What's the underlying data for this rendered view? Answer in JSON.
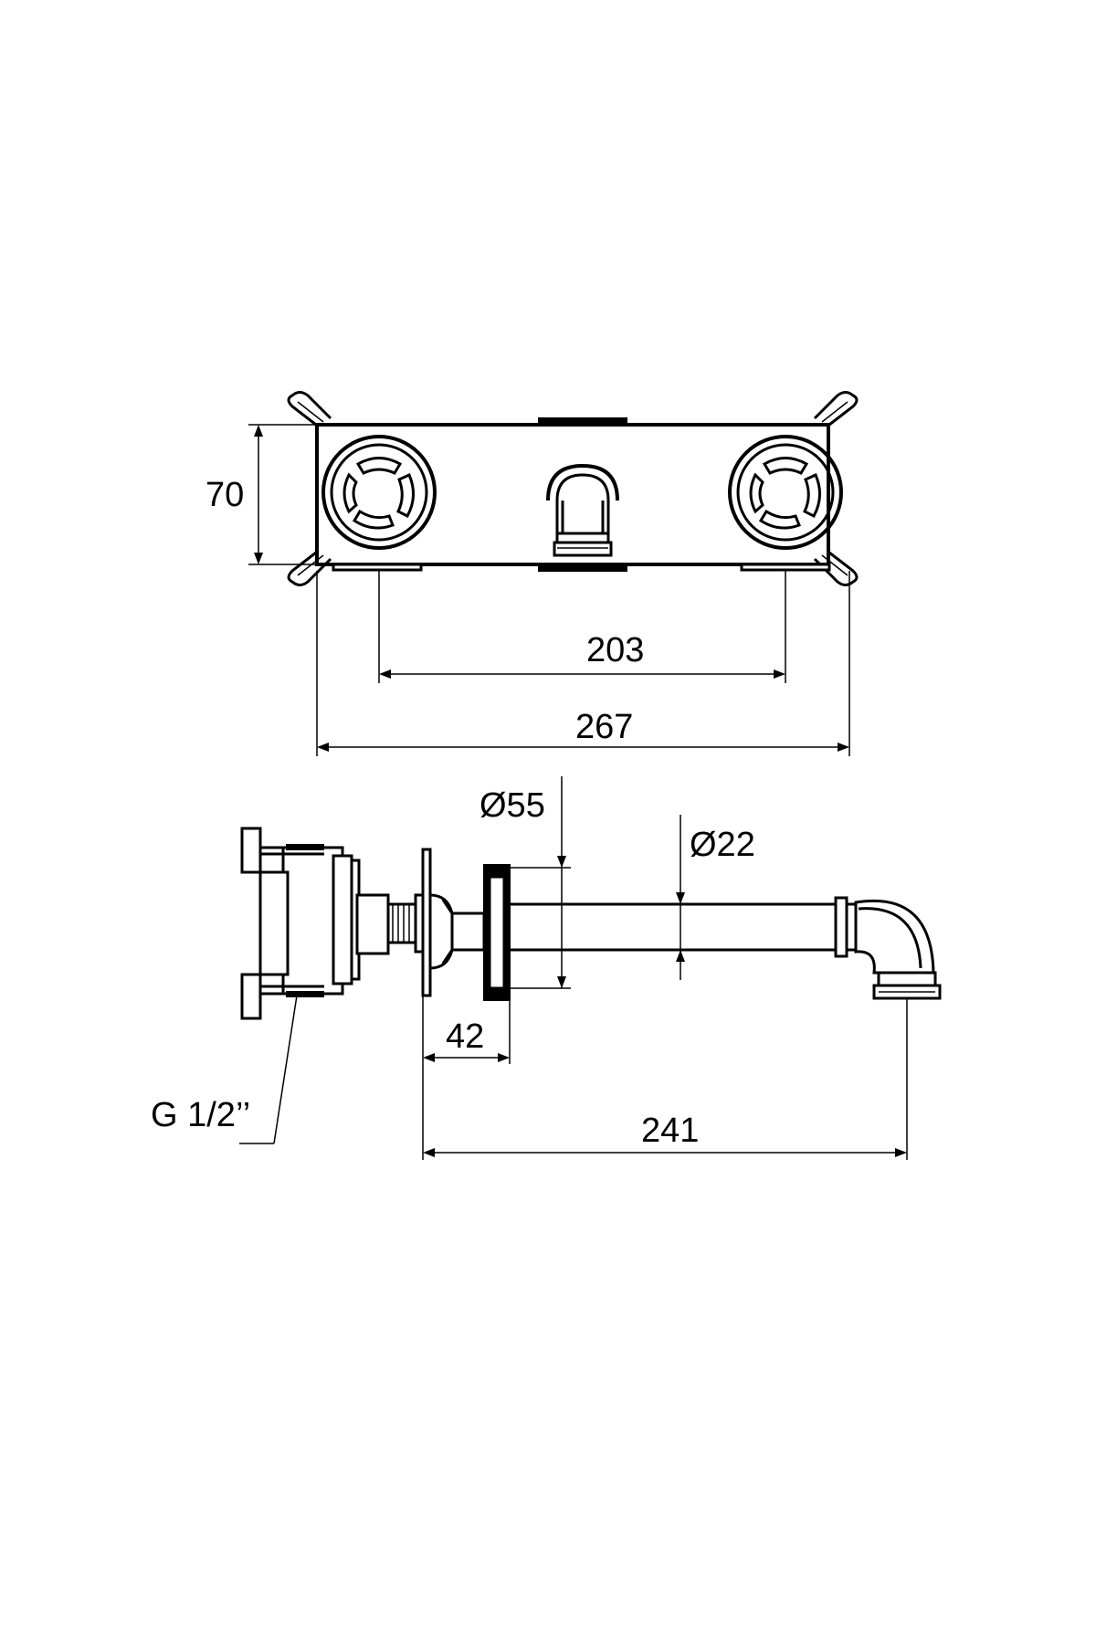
{
  "dimensions": {
    "height_70": "70",
    "center_distance_203": "203",
    "total_width_267": "267",
    "flange_diameter": "Ø55",
    "spout_diameter": "Ø22",
    "projection_42": "42",
    "spout_length_241": "241",
    "thread_size": "G 1/2’’"
  }
}
